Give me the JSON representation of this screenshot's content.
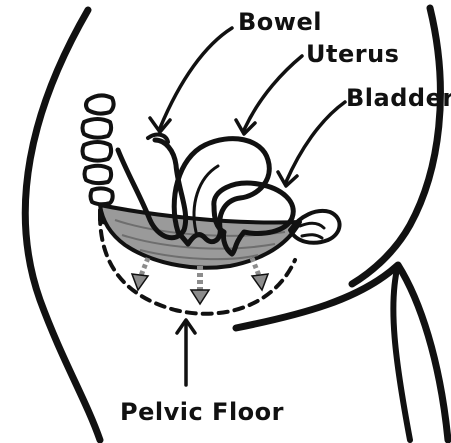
{
  "labels": {
    "bowel": "Bowel",
    "uterus": "Uterus",
    "bladder": "Bladder",
    "pelvic_floor": "Pelvic Floor"
  },
  "colors": {
    "ink": "#111111",
    "floor_fill": "#9a9a9a",
    "floor_dark": "#6e6e6e",
    "arrow_fill": "#8c8c8c",
    "background": "#ffffff"
  }
}
